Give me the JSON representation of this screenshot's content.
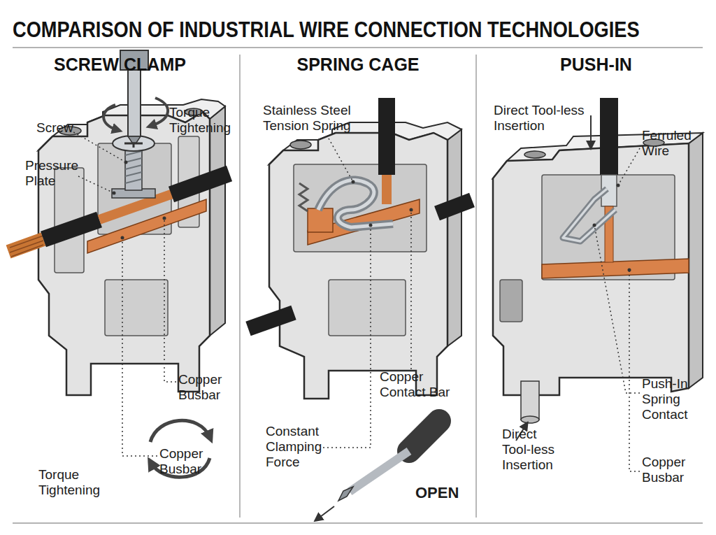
{
  "diagram": {
    "title": "COMPARISON OF INDUSTRIAL WIRE CONNECTION TECHNOLOGIES",
    "nodes": [
      {
        "text": [
          "SCREW CLAMP"
        ]
      },
      {
        "text": [
          "SPRING CAGE"
        ]
      },
      {
        "text": [
          "PUSH-IN"
        ]
      }
    ],
    "labels": [
      "Screw",
      "Torque Tightening",
      "Pressure Plate",
      "Copper Busbar",
      "Copper Busbar",
      "Torque Tightening",
      "Stainless Steel Tension Spring",
      "Copper Contact Bar",
      "Constant Clamping Force",
      "OPEN",
      "Direct Tool-less Insertion",
      "Ferruled Wire",
      "Push-In Spring Contact",
      "Direct Tool-less Insertion",
      "Copper Busbar"
    ]
  }
}
